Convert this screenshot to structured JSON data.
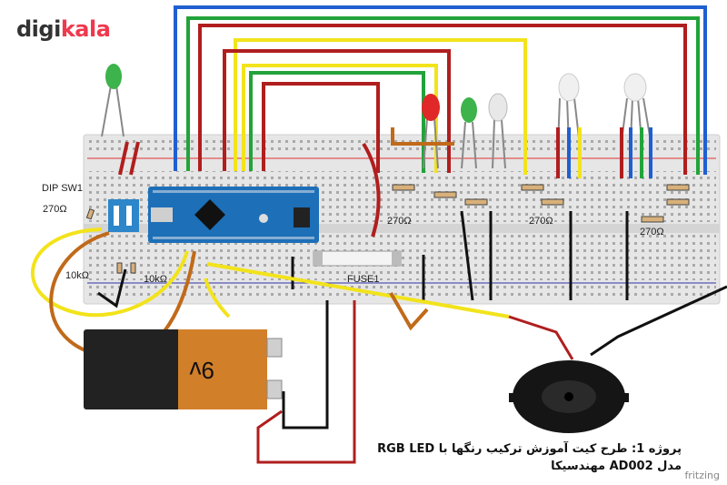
{
  "brand": {
    "part1": "digi",
    "part2": "kala"
  },
  "labels": {
    "dip": "DIP SW1",
    "r_dip": "270Ω",
    "r_mid": "270Ω",
    "r_rgb1": "270Ω",
    "r_rgb2": "270Ω",
    "r10k_a": "10kΩ",
    "r10k_b": "10kΩ",
    "fuse": "FUSE1",
    "battery": "9v"
  },
  "caption": {
    "line1": "پروژه 1: طرح کیت آموزش ترکیب رنگها با RGB LED",
    "line2": "مدل AD002 مهندسیکا"
  },
  "footer": "fritzing",
  "colors": {
    "blue": "#1f5fd1",
    "green": "#22a33a",
    "yellow": "#f2e31b",
    "red": "#b01e1e",
    "black": "#111111",
    "orange": "#c06a1a",
    "arduino": "#1d6fb8",
    "breadboard": "#e6e6e6"
  }
}
